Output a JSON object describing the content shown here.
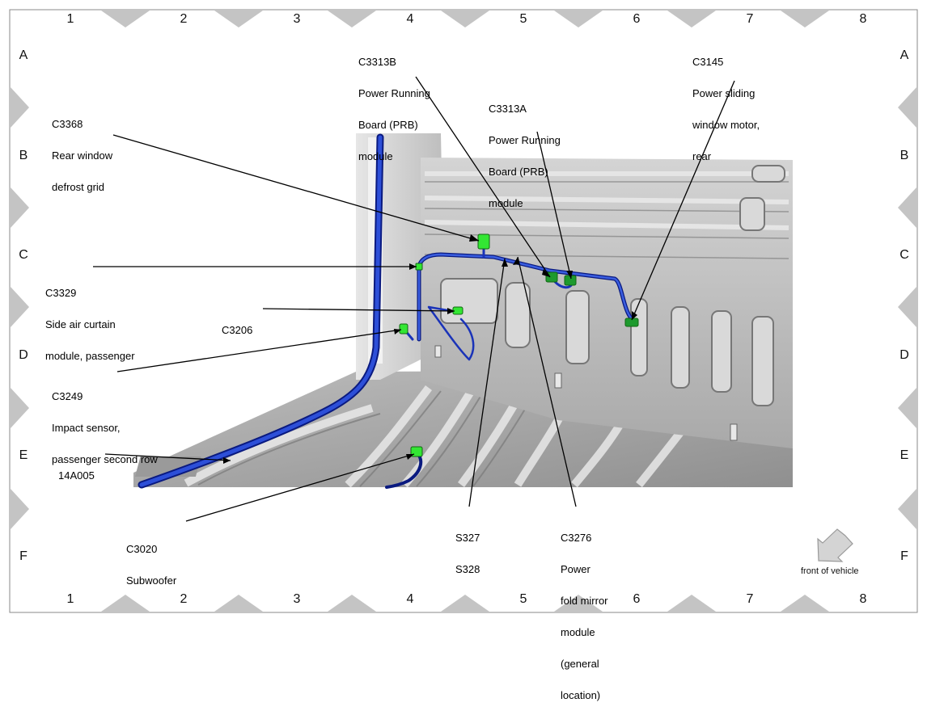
{
  "grid": {
    "columns": [
      "1",
      "2",
      "3",
      "4",
      "5",
      "6",
      "7",
      "8"
    ],
    "rows": [
      "A",
      "B",
      "C",
      "D",
      "E",
      "F"
    ]
  },
  "callouts": [
    {
      "id": "c3313b",
      "lines": [
        "C3313B",
        "Power Running",
        "Board (PRB)",
        "module"
      ]
    },
    {
      "id": "c3313a",
      "lines": [
        "C3313A",
        "Power Running",
        "Board (PRB)",
        "module"
      ]
    },
    {
      "id": "c3145",
      "lines": [
        "C3145",
        "Power sliding",
        "window motor,",
        "rear"
      ]
    },
    {
      "id": "c3368",
      "lines": [
        "C3368",
        "Rear window",
        "defrost grid"
      ]
    },
    {
      "id": "c3329",
      "lines": [
        "C3329",
        "Side air curtain",
        "module, passenger"
      ]
    },
    {
      "id": "c3206",
      "lines": [
        "C3206"
      ]
    },
    {
      "id": "c3249",
      "lines": [
        "C3249",
        "Impact sensor,",
        "passenger second row"
      ]
    },
    {
      "id": "14a005",
      "lines": [
        "14A005"
      ]
    },
    {
      "id": "c3020",
      "lines": [
        "C3020",
        "Subwoofer"
      ]
    },
    {
      "id": "s327",
      "lines": [
        "S327",
        "S328"
      ]
    },
    {
      "id": "c3276",
      "lines": [
        "C3276",
        "Power",
        "fold mirror",
        "module",
        "(general",
        "location)"
      ]
    }
  ],
  "front_indicator": {
    "label": "front of vehicle",
    "icon": "arrow-icon"
  },
  "colors": {
    "harness": "#1a33b8",
    "harness_dark": "#0a1a80",
    "connector": "#33e633",
    "connector_dark": "#1a8a2a",
    "panel": "#c8c8c8",
    "frame_marker": "#c4c4c4"
  }
}
